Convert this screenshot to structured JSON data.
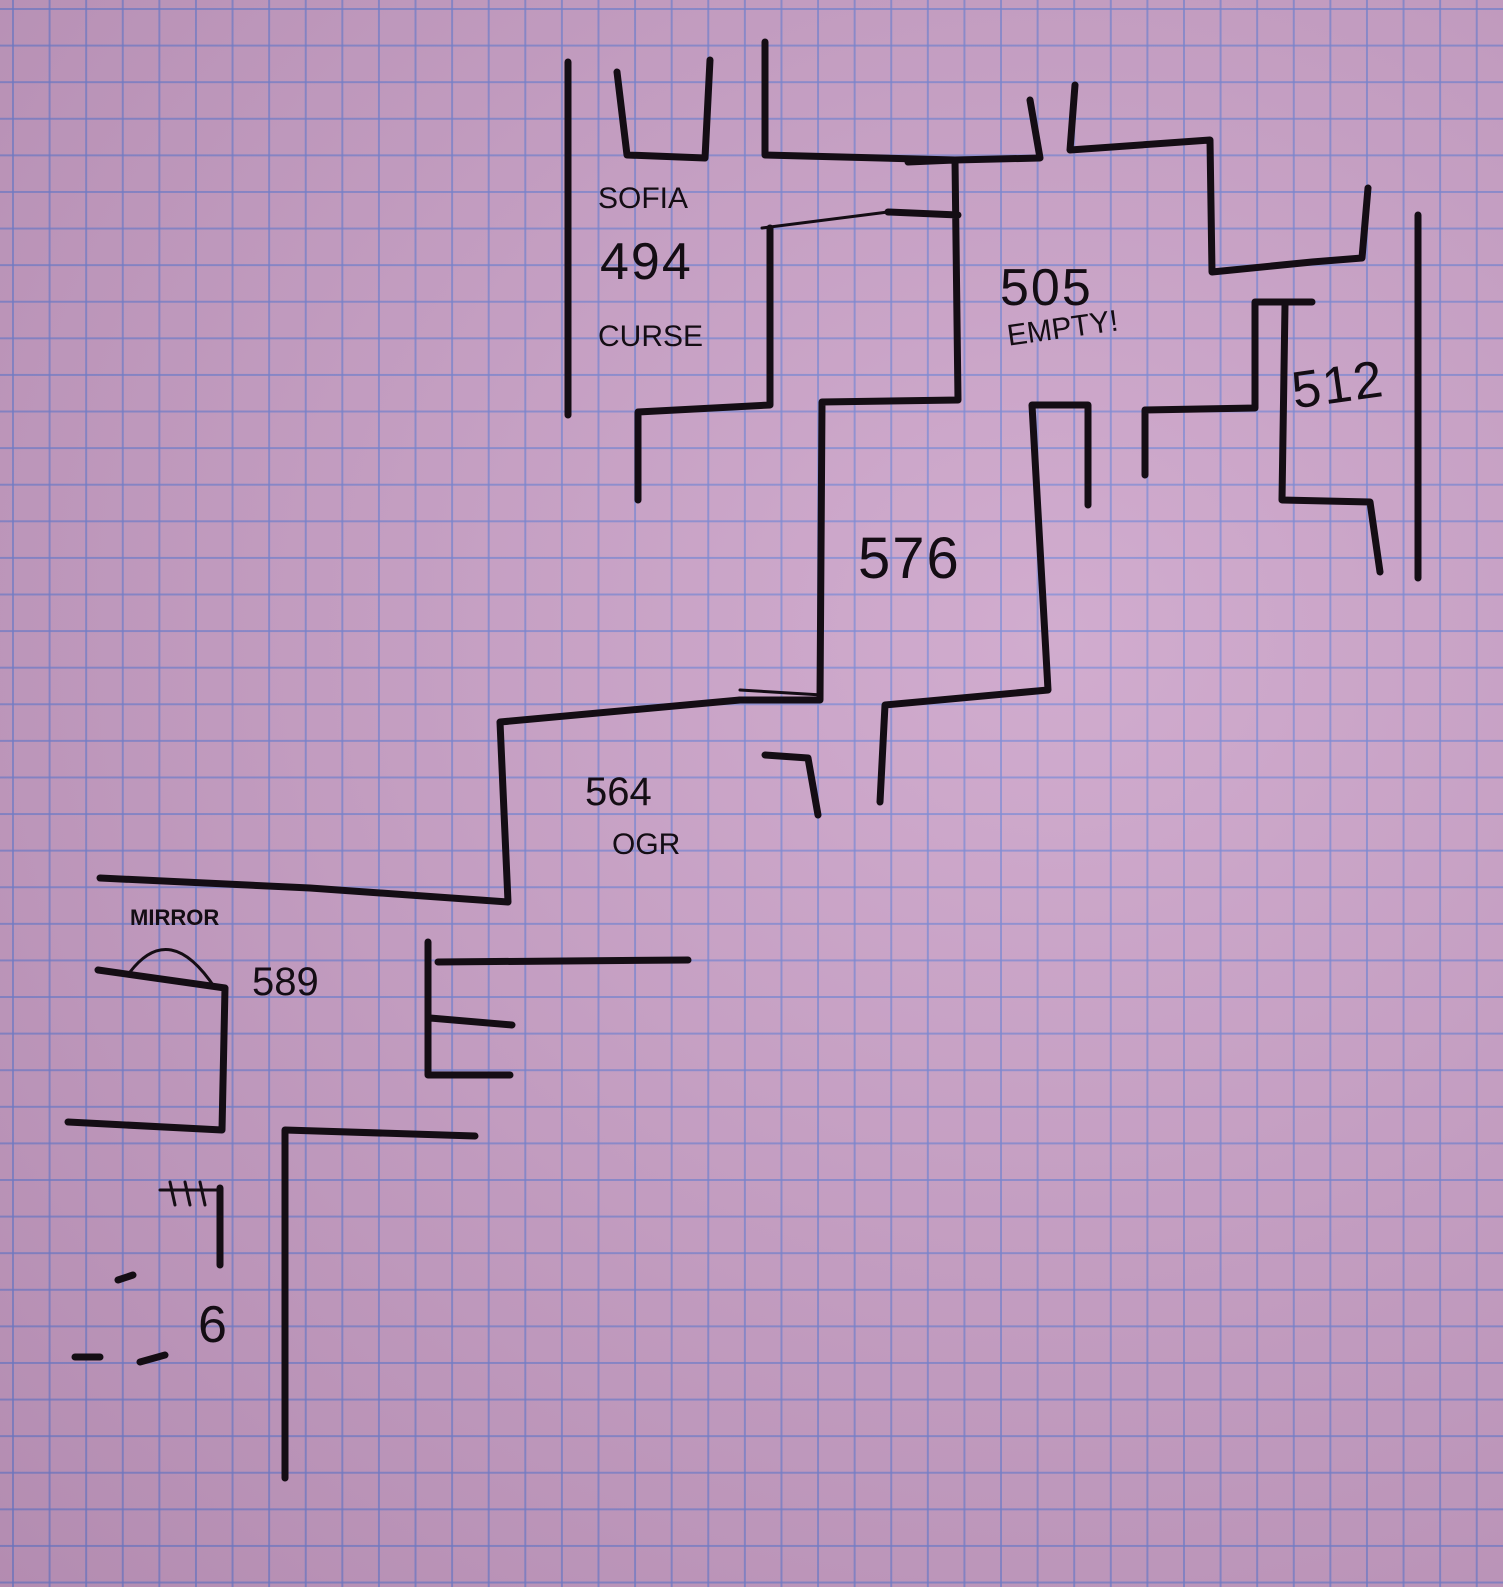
{
  "rooms": [
    {
      "id": "494",
      "name": "SOFIA",
      "number": "494",
      "note": "CURSE"
    },
    {
      "id": "505",
      "number": "505",
      "note": "EMPTY!"
    },
    {
      "id": "512",
      "number": "512"
    },
    {
      "id": "576",
      "number": "576"
    },
    {
      "id": "564",
      "number": "564",
      "note": "OGR"
    },
    {
      "id": "589",
      "number": "589",
      "feature": "MIRROR"
    }
  ],
  "marks": {
    "stairs_digit": "6"
  },
  "colors": {
    "paper": "#c9a2c6",
    "grid": "#6e82d2",
    "ink": "#140d14"
  }
}
